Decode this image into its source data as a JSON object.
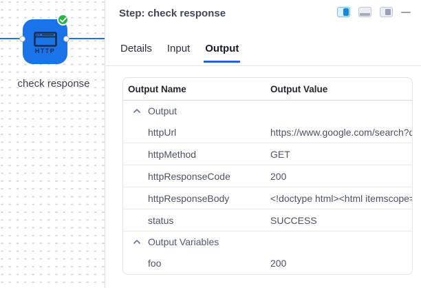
{
  "canvas": {
    "node": {
      "label": "check response",
      "type": "HTTP",
      "status_icon": "success-check-icon"
    }
  },
  "panel": {
    "title": "Step: check response",
    "toolbar": {
      "icons": [
        "dock-right-icon",
        "dock-bottom-icon",
        "dock-float-icon",
        "minimize-icon"
      ],
      "active_icon": "dock-right-icon"
    },
    "tabs": [
      {
        "label": "Details",
        "active": false
      },
      {
        "label": "Input",
        "active": false
      },
      {
        "label": "Output",
        "active": true
      }
    ],
    "output_table": {
      "columns": [
        "Output Name",
        "Output Value"
      ],
      "groups": [
        {
          "label": "Output",
          "rows": [
            {
              "name": "httpUrl",
              "value": "https://www.google.com/search?q="
            },
            {
              "name": "httpMethod",
              "value": "GET"
            },
            {
              "name": "httpResponseCode",
              "value": "200"
            },
            {
              "name": "httpResponseBody",
              "value": "<!doctype html><html itemscope='"
            },
            {
              "name": "status",
              "value": "SUCCESS"
            }
          ]
        },
        {
          "label": "Output Variables",
          "rows": [
            {
              "name": "foo",
              "value": "200"
            }
          ]
        }
      ]
    }
  },
  "colors": {
    "node_blue": "#1A73E8",
    "edge_blue": "#1A73E8",
    "success_green": "#2BB34B",
    "tab_active_blue": "#2363D4",
    "text_primary": "#23272F",
    "text_secondary": "#4C5263"
  }
}
